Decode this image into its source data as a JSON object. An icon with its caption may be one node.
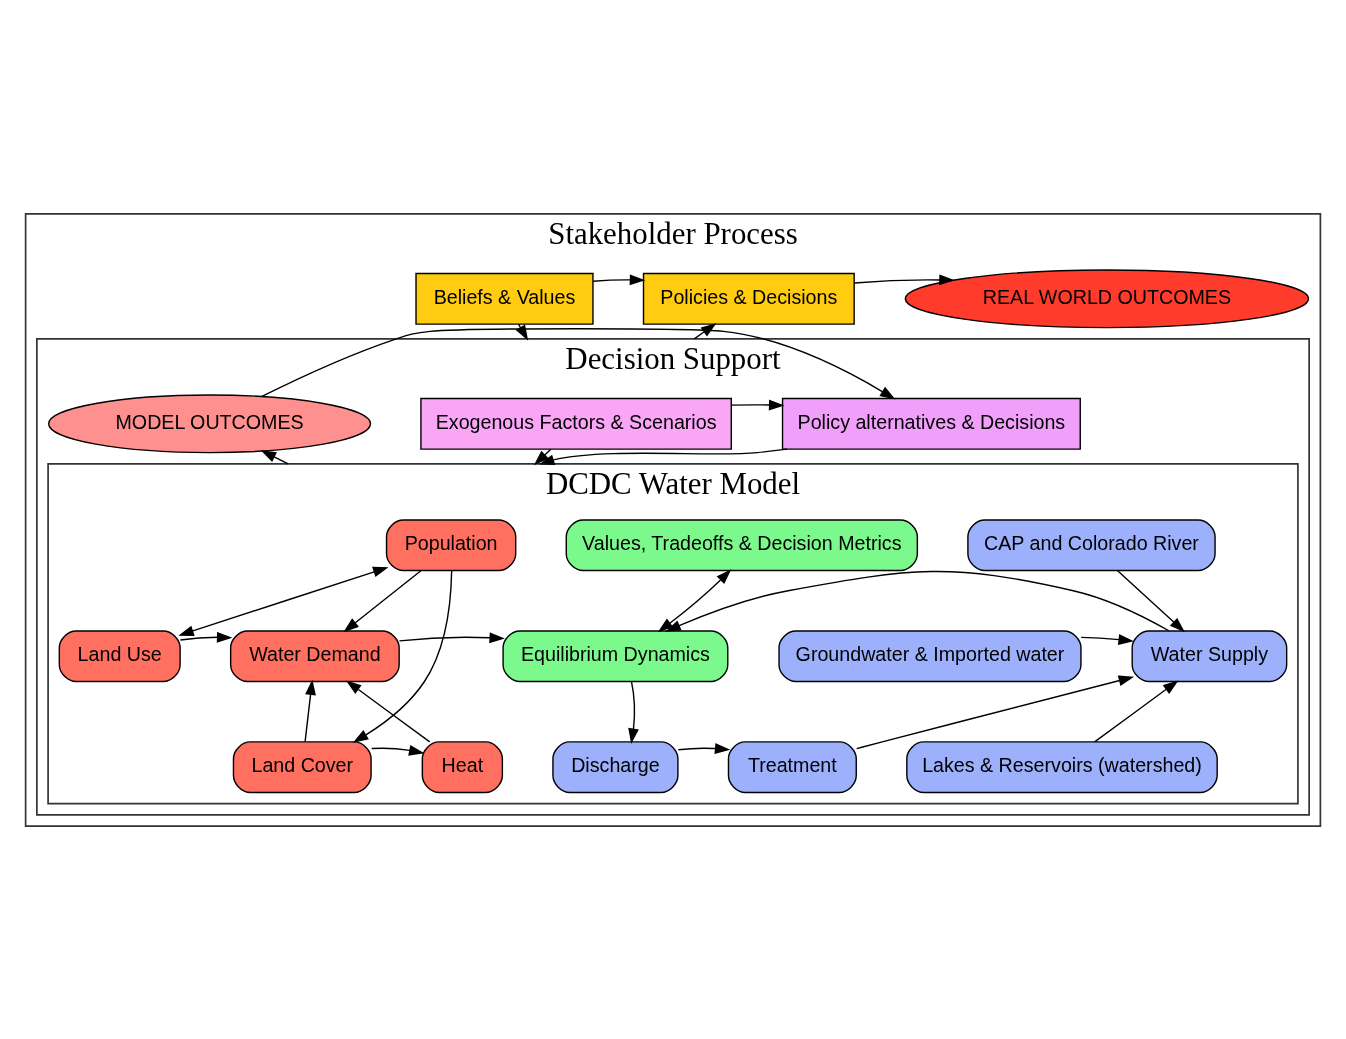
{
  "diagram": {
    "nodes": [
      {
        "text": [
          "Stakeholder Process"
        ]
      },
      {
        "text": [
          "Beliefs & Values"
        ],
        "in": 0
      },
      {
        "text": [
          "Policies & Decisions"
        ],
        "in": 0
      },
      {
        "text": [
          "REAL WORLD OUTCOMES"
        ],
        "in": 0
      },
      {
        "text": [
          "Decision Support"
        ],
        "in": 0
      },
      {
        "text": [
          "Exogenous Factors & Scenarios"
        ],
        "in": 4
      },
      {
        "text": [
          "Policy alternatives & Decisions"
        ],
        "in": 4
      },
      {
        "text": [
          "MODEL OUTCOMES"
        ],
        "in": 4
      },
      {
        "text": [
          "DCDC Water Model"
        ],
        "in": 4
      },
      {
        "text": [
          "Population"
        ],
        "in": 8
      },
      {
        "text": [
          "Values, Tradeoffs & Decision Metrics"
        ],
        "in": 8
      },
      {
        "text": [
          "CAP and Colorado River"
        ],
        "in": 8
      },
      {
        "text": [
          "Land Use"
        ],
        "in": 8
      },
      {
        "text": [
          "Water Demand"
        ],
        "in": 8
      },
      {
        "text": [
          "Equilibrium Dynamics"
        ],
        "in": 8
      },
      {
        "text": [
          "Water Supply"
        ],
        "in": 8
      },
      {
        "text": [
          "Groundwater & Imported water"
        ],
        "in": 8
      },
      {
        "text": [
          "Land Cover"
        ],
        "in": 8
      },
      {
        "text": [
          "Heat"
        ],
        "in": 8
      },
      {
        "text": [
          "Discharge"
        ],
        "in": 8
      },
      {
        "text": [
          "Treatment"
        ],
        "in": 8
      },
      {
        "text": [
          "Lakes & Reservoirs (watershed)"
        ],
        "in": 8
      }
    ],
    "edges": [
      {
        "from": 1,
        "to": 2,
        "arrow": "to"
      },
      {
        "from": 2,
        "to": 3,
        "arrow": "to"
      },
      {
        "from": 1,
        "to": 4,
        "arrow": "to"
      },
      {
        "from": 4,
        "to": 2,
        "arrow": "to"
      },
      {
        "from": 5,
        "to": 6,
        "arrow": "to"
      },
      {
        "from": 7,
        "to": 6,
        "arrow": "to"
      },
      {
        "from": 5,
        "to": 8,
        "arrow": "to"
      },
      {
        "from": 6,
        "to": 8,
        "arrow": "to"
      },
      {
        "from": 8,
        "to": 7,
        "arrow": "to"
      },
      {
        "from": 9,
        "to": 12,
        "arrow": "both"
      },
      {
        "from": 9,
        "to": 13,
        "arrow": "to"
      },
      {
        "from": 9,
        "to": 17,
        "arrow": "to"
      },
      {
        "from": 12,
        "to": 13,
        "arrow": "to"
      },
      {
        "from": 17,
        "to": 13,
        "arrow": "to"
      },
      {
        "from": 17,
        "to": 18,
        "arrow": "to"
      },
      {
        "from": 18,
        "to": 13,
        "arrow": "to"
      },
      {
        "from": 13,
        "to": 14,
        "arrow": "to"
      },
      {
        "from": 10,
        "to": 14,
        "arrow": "both"
      },
      {
        "from": 15,
        "to": 14,
        "arrow": "to"
      },
      {
        "from": 11,
        "to": 15,
        "arrow": "to"
      },
      {
        "from": 16,
        "to": 15,
        "arrow": "to"
      },
      {
        "from": 14,
        "to": 19,
        "arrow": "to"
      },
      {
        "from": 19,
        "to": 20,
        "arrow": "to"
      },
      {
        "from": 20,
        "to": 15,
        "arrow": "to"
      },
      {
        "from": 21,
        "to": 15,
        "arrow": "to"
      }
    ]
  }
}
